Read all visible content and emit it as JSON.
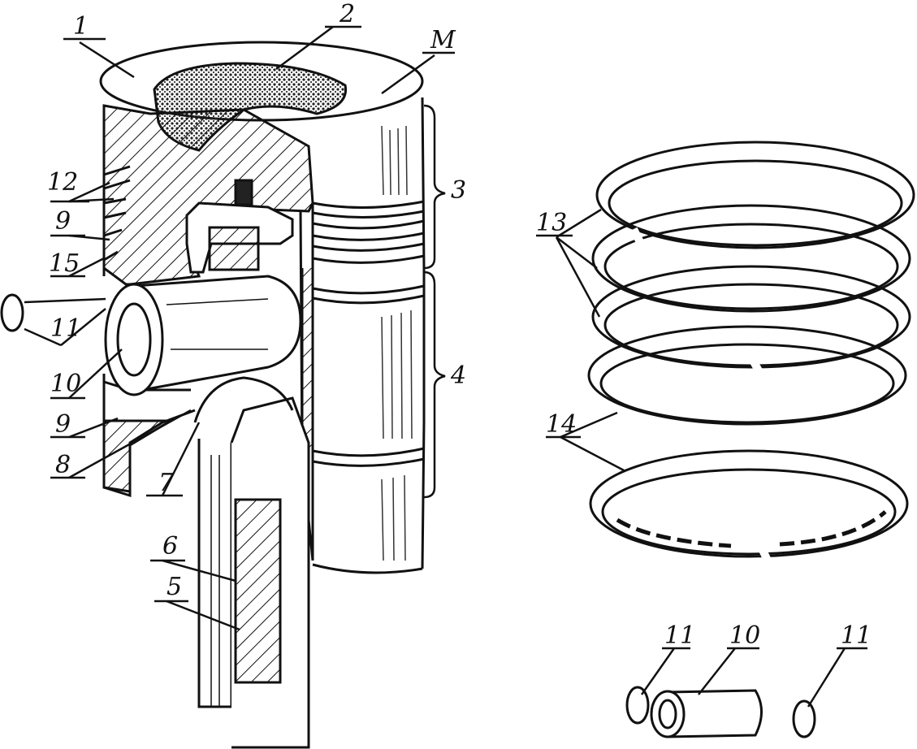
{
  "labels": {
    "l1": "1",
    "l2": "2",
    "lM": "M",
    "l3": "3",
    "l4": "4",
    "l12": "12",
    "l9a": "9",
    "l15": "15",
    "l11a": "11",
    "l10a": "10",
    "l9b": "9",
    "l8": "8",
    "l7": "7",
    "l6": "6",
    "l5": "5",
    "l13": "13",
    "l14": "14",
    "l11b": "11",
    "l10b": "10",
    "l11c": "11"
  },
  "colors": {
    "ink": "#111111",
    "paper": "#ffffff",
    "shade": "#555555"
  }
}
